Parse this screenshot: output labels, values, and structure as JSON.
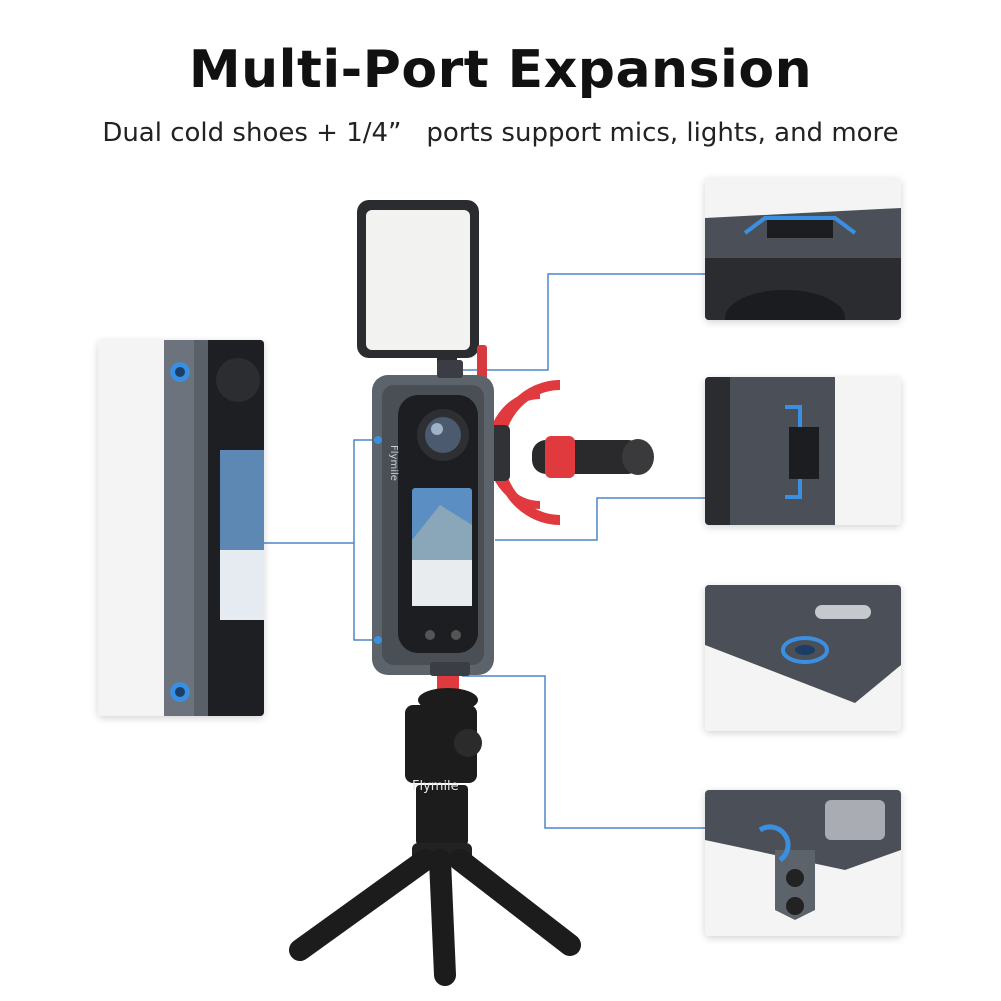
{
  "header": {
    "title": "Multi-Port Expansion",
    "subtitle": "Dual cold shoes + 1/4”   ports support mics, lights, and more"
  },
  "product": {
    "cage_brand_text": "Flymile",
    "tripod_brand_text": "Flymile"
  },
  "detail_panels": [
    {
      "name": "left-side-cage-closeup"
    },
    {
      "name": "top-cold-shoe-closeup"
    },
    {
      "name": "side-cold-shoe-closeup"
    },
    {
      "name": "bottom-quarter-inch-port-closeup"
    },
    {
      "name": "quick-release-mount-closeup"
    }
  ],
  "colors": {
    "callout_line": "#4f86c6",
    "highlight_blue": "#3b8fe0",
    "cage_gray": "#5d636b",
    "mic_mount_red": "#e03a3e",
    "tripod_black": "#1c1c1c"
  }
}
